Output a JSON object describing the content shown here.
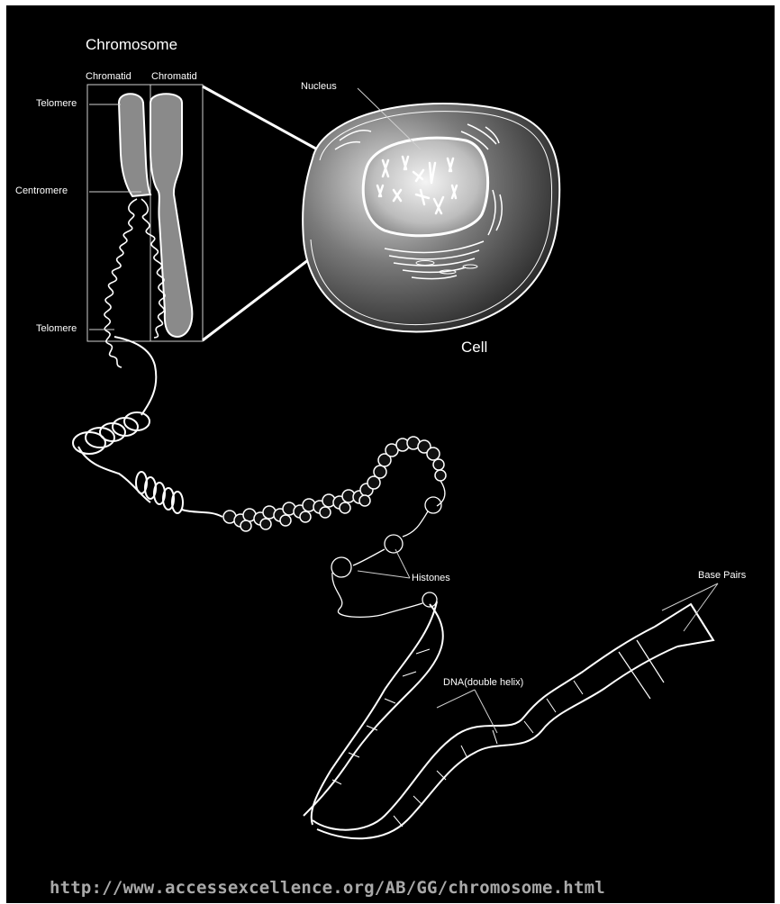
{
  "labels": {
    "chromosome": "Chromosome",
    "chromatid_left": "Chromatid",
    "chromatid_right": "Chromatid",
    "telomere_top": "Telomere",
    "centromere": "Centromere",
    "telomere_bottom": "Telomere",
    "nucleus": "Nucleus",
    "cell": "Cell",
    "histones": "Histones",
    "base_pairs": "Base Pairs",
    "dna": "DNA(double helix)"
  },
  "source_url": "http://www.accessexcellence.org/AB/GG/chromosome.html",
  "colors": {
    "background": "#000000",
    "line": "#ffffff",
    "chromosome_fill": "#8a8a8a",
    "url_text": "#a9a9a9"
  }
}
